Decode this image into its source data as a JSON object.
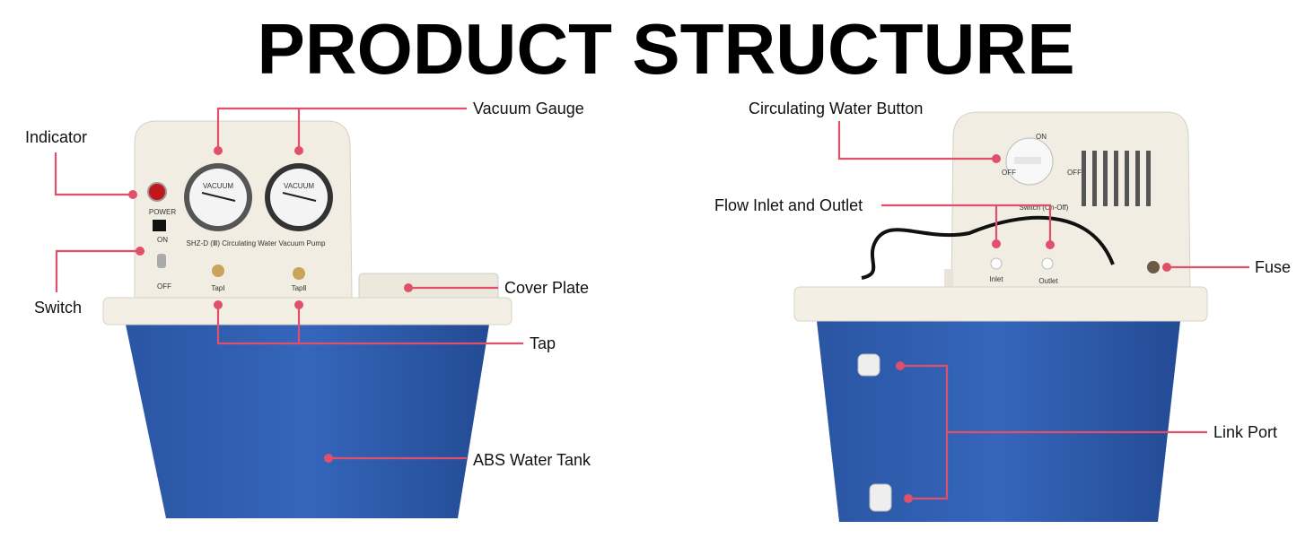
{
  "title": "PRODUCT STRUCTURE",
  "colors": {
    "callout": "#e0506a",
    "tank": "#2f5fb0",
    "panel": "#f1ede2"
  },
  "front_view": {
    "labels": {
      "indicator": "Indicator",
      "switch": "Switch",
      "vacuum_gauge": "Vacuum Gauge",
      "cover_plate": "Cover Plate",
      "tap": "Tap",
      "tank": "ABS Water Tank"
    },
    "panel_text": {
      "model": "SHZ-D (Ⅲ) Circulating Water Vacuum Pump",
      "power": "POWER",
      "on": "ON",
      "off": "OFF",
      "tap1": "TapⅠ",
      "tap2": "TapⅡ",
      "gauge": "VACUUM"
    }
  },
  "back_view": {
    "labels": {
      "button": "Circulating Water Button",
      "flow": "Flow Inlet and Outlet",
      "fuse": "Fuse",
      "link_port": "Link Port"
    },
    "panel_text": {
      "on": "ON",
      "off": "OFF",
      "switch": "Switch (On-Off)",
      "inlet": "Inlet",
      "outlet": "Outlet"
    }
  }
}
